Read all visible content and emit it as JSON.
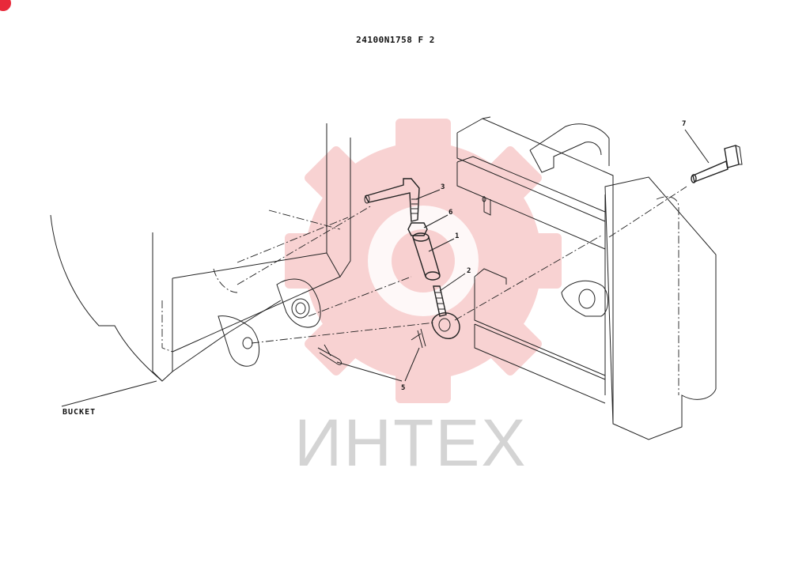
{
  "header": {
    "drawing_code": "24100N1758 F 2"
  },
  "labels": {
    "bucket": "BUCKET"
  },
  "callouts": {
    "c1": "1",
    "c2": "2",
    "c3": "3",
    "c5": "5",
    "c6": "6",
    "c7": "7"
  },
  "watermark": {
    "text": "ИНТЕХ",
    "color": "#f4b8b8",
    "text_color": "#d4d4d4"
  },
  "colors": {
    "line": "#222222",
    "badge": "#e8293a"
  }
}
